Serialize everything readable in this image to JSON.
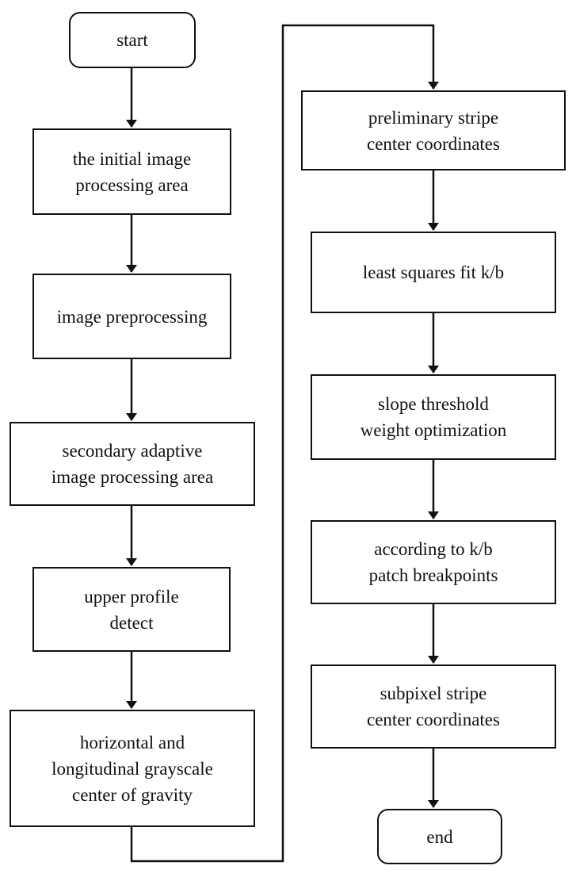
{
  "flowchart": {
    "nodes": {
      "start": "start",
      "initial_area": "the initial  image\nprocessing area",
      "preprocessing": "image  preprocessing",
      "secondary_area": "secondary adaptive\nimage  processing area",
      "upper_profile": "upper profile\ndetect",
      "gravity": "horizontal  and\nlongitudinal  grayscale\ncenter  of gravity",
      "preliminary": "preliminary  stripe\ncenter coordinates",
      "least_squares": "least squares fit k/b",
      "slope_threshold": "slope threshold\nweight  optimization",
      "patch": "according to k/b\npatch breakpoints",
      "subpixel": "subpixel stripe\ncenter coordinates",
      "end": "end"
    },
    "edges": [
      [
        "start",
        "initial_area"
      ],
      [
        "initial_area",
        "preprocessing"
      ],
      [
        "preprocessing",
        "secondary_area"
      ],
      [
        "secondary_area",
        "upper_profile"
      ],
      [
        "upper_profile",
        "gravity"
      ],
      [
        "gravity",
        "preliminary"
      ],
      [
        "preliminary",
        "least_squares"
      ],
      [
        "least_squares",
        "slope_threshold"
      ],
      [
        "slope_threshold",
        "patch"
      ],
      [
        "patch",
        "subpixel"
      ],
      [
        "subpixel",
        "end"
      ]
    ]
  }
}
